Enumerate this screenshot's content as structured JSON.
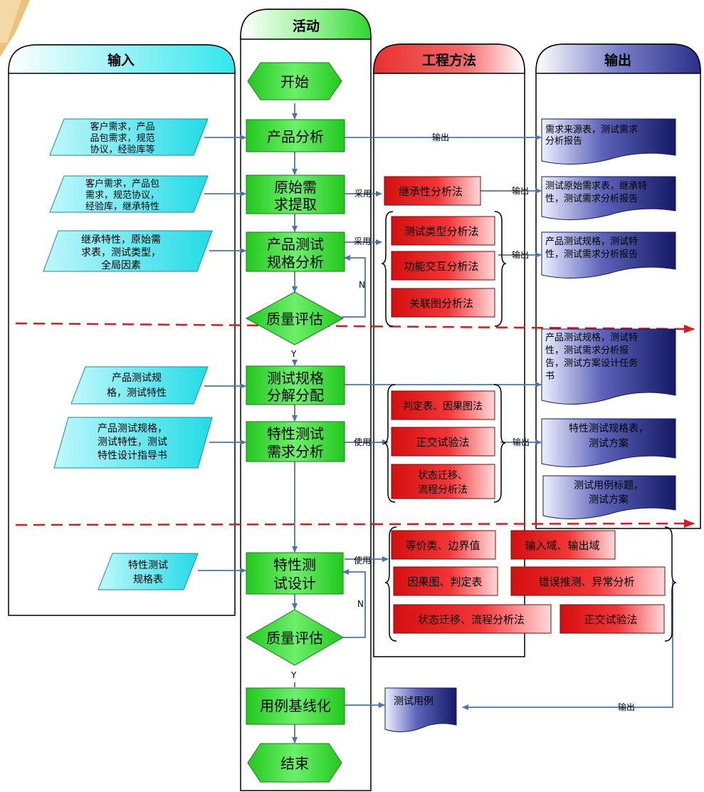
{
  "lanes": {
    "input": "输入",
    "activity": "活动",
    "method": "工程方法",
    "output": "输出"
  },
  "colors": {
    "input_lane_header": "#33e6ee",
    "activity_lane_header": "#2fd62f",
    "method_lane_header": "#e83030",
    "output_lane_header": "#2a2f8a",
    "input_shape": "#3fe8ef",
    "activity_shape": "#3fd83a",
    "method_shape": "#e51c1c",
    "output_shape": "#1a2370",
    "connector": "#4a74b8",
    "divider": "#e01818"
  },
  "activities": {
    "start": "开始",
    "product_analysis": "产品分析",
    "raw_req": [
      "原始需",
      "求提取"
    ],
    "spec_analysis": [
      "产品测试",
      "规格分析"
    ],
    "quality1": "质量评估",
    "spec_decompose": [
      "测试规格",
      "分解分配"
    ],
    "feature_req": [
      "特性测试",
      "需求分析"
    ],
    "feature_design": [
      "特性测",
      "试设计"
    ],
    "quality2": "质量评估",
    "baseline": "用例基线化",
    "end": "结束"
  },
  "inputs": {
    "in1": [
      "客户需求，产品",
      "品包需求，规范",
      "协议，经验库等"
    ],
    "in2": [
      "客户需求，产品包",
      "需求，规范协议，",
      "经验库，继承特性"
    ],
    "in3": [
      "继承特性，原始需",
      "求表，测试类型，",
      "全局因素"
    ],
    "in4": [
      "产品测试规",
      "格，测试特性"
    ],
    "in5": [
      "产品测试规格，",
      "测试特性，测试",
      "特性设计指导书"
    ],
    "in6": [
      "特性测试",
      "规格表"
    ]
  },
  "methods": {
    "m1": "继承性分析法",
    "m2": "测试类型分析法",
    "m3": "功能交互分析法",
    "m4": "关联图分析法",
    "m5": "判定表、因果图法",
    "m6": "正交试验法",
    "m7": [
      "状态迁移、",
      "流程分析法"
    ],
    "m8": "等价类、边界值",
    "m9": "输入域、输出域",
    "m10": "因果图、判定表",
    "m11": "错误推测、异常分析",
    "m12": "状态迁移、流程分析法",
    "m13": "正交试验法"
  },
  "outputs": {
    "o1": [
      "需求来源表，测试需求",
      "分析报告"
    ],
    "o2": [
      "测试原始需求表，继承特",
      "性，测试需求分析报告"
    ],
    "o3": [
      "产品测试规格，测试特",
      "性，测试需求分析报告"
    ],
    "o4": [
      "产品测试规格，测试特",
      "性，测试需求分析报",
      "告，测试方案设计任务",
      "书"
    ],
    "o5": [
      "特性测试规格表，",
      "测试方案"
    ],
    "o6": [
      "测试用例标题，",
      "测试方案"
    ],
    "o7": "测试用例"
  },
  "labels": {
    "out1": "输出",
    "out2": "输出",
    "out3": "输出",
    "out4": "输出",
    "out5": "输出",
    "adopt1": "采用",
    "adopt2": "采用",
    "use1": "使用",
    "use2": "使用",
    "n1": "N",
    "n2": "N",
    "y1": "Y",
    "y2": "Y"
  }
}
